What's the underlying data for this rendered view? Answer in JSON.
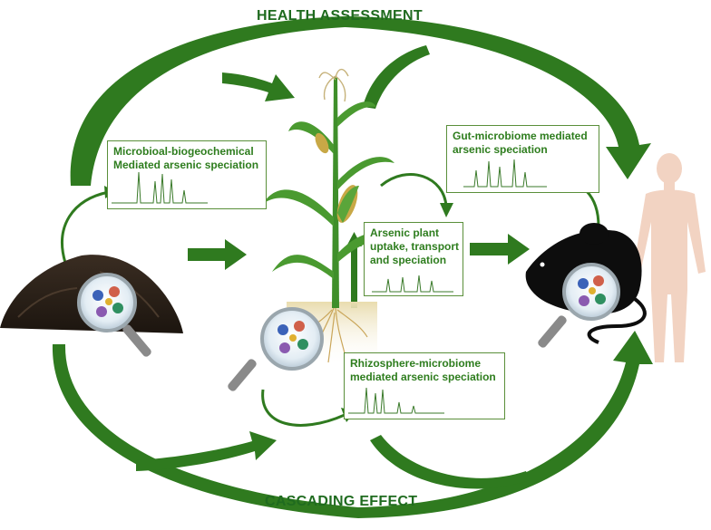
{
  "titles": {
    "top": "HEALTH ASSESSMENT",
    "bottom": "CASCADING EFFECT"
  },
  "boxes": {
    "soil_microbe": {
      "line1": "Microbioal-biogeochemical",
      "line2": "Mediated arsenic speciation"
    },
    "plant": {
      "line1": "Arsenic plant",
      "line2": "uptake, transport",
      "line3": "and speciation"
    },
    "gut": {
      "line1": "Gut-microbiome mediated",
      "line2": "arsenic speciation"
    },
    "rhizosphere": {
      "line1": "Rhizosphere-microbiome",
      "line2": "mediated  arsenic speciation"
    }
  },
  "colors": {
    "arrow_green": "#2f7a1f",
    "text_green": "#1f6b1f",
    "box_border": "#5a8f3a",
    "soil": "#2b2118",
    "mouse": "#0d0d0d",
    "human": "#f2d3c2",
    "stalk": "#3f8f2a"
  },
  "icons": [
    "soil-pile",
    "magnifier-icon",
    "microbe-icon",
    "corn-plant",
    "mouse-silhouette",
    "human-silhouette"
  ]
}
